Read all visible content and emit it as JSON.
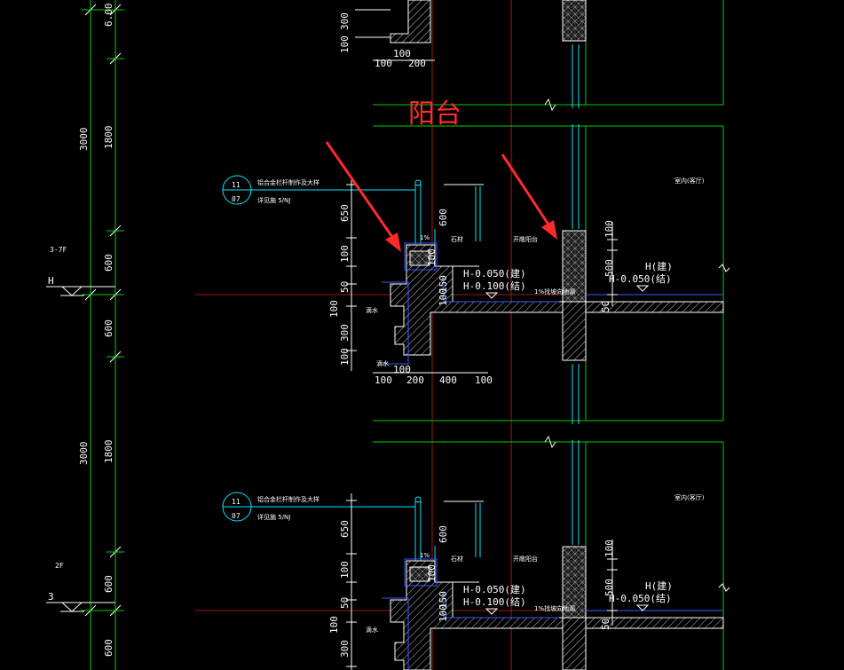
{
  "annotation": {
    "label": "阳台",
    "color": "#ff2a2a"
  },
  "floor_labels": [
    "3-7F",
    "2F"
  ],
  "level_markers": [
    "H",
    "3"
  ],
  "section_dims": {
    "outer_vertical": [
      "6.00",
      "3000",
      "1800",
      "600",
      "600",
      "3000",
      "1800",
      "600",
      "600"
    ],
    "top_fragment": [
      "300",
      "100",
      "100",
      "100",
      "200"
    ],
    "rail_vertical": [
      "650",
      "100",
      "300",
      "50",
      "100",
      "100",
      "300",
      "100"
    ],
    "rail_horizontal": [
      "100",
      "200",
      "400",
      "100"
    ],
    "inner_vertical": [
      "600",
      "100",
      "150",
      "100"
    ],
    "wall_vertical": [
      "100",
      "500",
      "50"
    ],
    "small_100": "100"
  },
  "levels": {
    "balcony_arch": "H-0.050(建)",
    "balcony_struct": "H-0.100(结)",
    "indoor_arch": "H(建)",
    "indoor_struct": "H-0.050(结)"
  },
  "detail_callout": {
    "number": "11",
    "sheet": "07",
    "note_line1": "铝合金栏杆制作及大样",
    "note_line2": "详见施 5/NJ"
  },
  "small_notes": {
    "indoor": "室内(客厅)",
    "balcony": "开敞阳台",
    "slope": "1%",
    "drain": "滴水",
    "finish": "石材",
    "sill": "1%找坡向地漏"
  },
  "arrows_color": "#ff2a2a"
}
